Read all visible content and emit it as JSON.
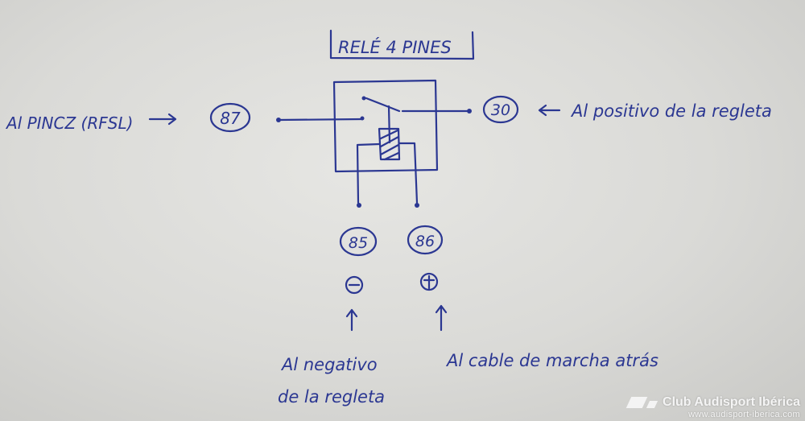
{
  "title": "RELÉ 4 PINES",
  "pins": {
    "p87": "87",
    "p30": "30",
    "p85": "85",
    "p86": "86"
  },
  "polarity": {
    "minus": "−",
    "plus": "+"
  },
  "labels": {
    "left": "Al PINCZ (RFSL)",
    "right": "Al positivo de la regleta",
    "neg_line1": "Al negativo",
    "neg_line2": "de la regleta",
    "reverse": "Al cable de marcha atrás"
  },
  "watermark": {
    "title": "Club Audisport Ibérica",
    "url": "www.audisport-iberica.com"
  },
  "colors": {
    "ink": "#2b3792",
    "paper": "#dcdcd9"
  }
}
